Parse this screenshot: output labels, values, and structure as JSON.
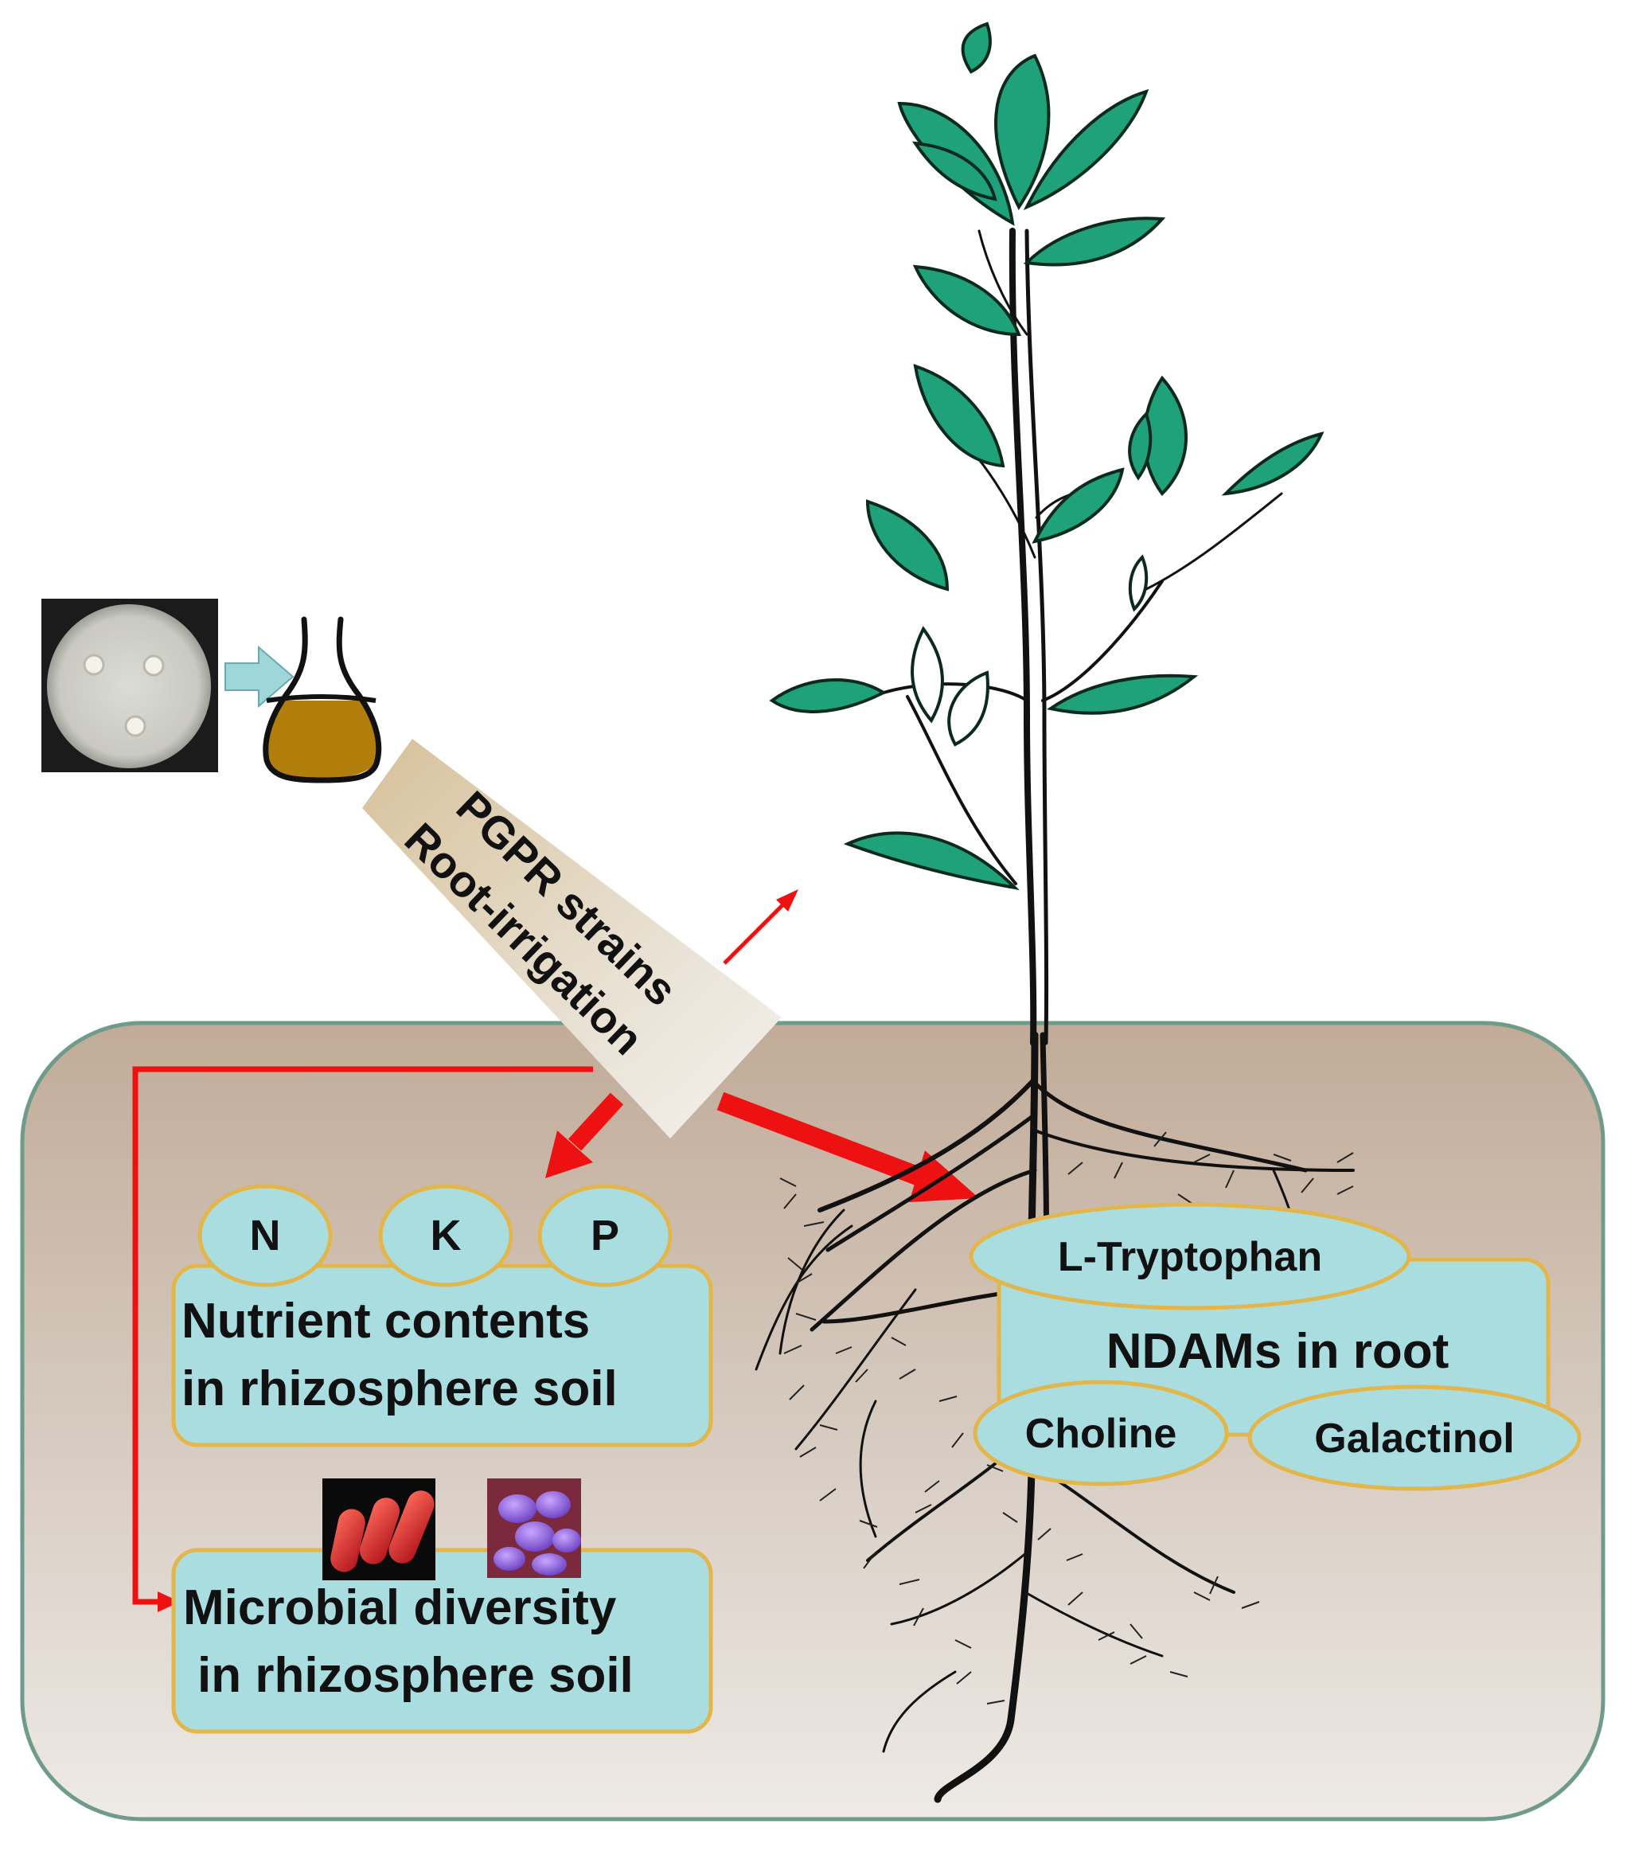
{
  "wedge": {
    "line1": "PGPR strains",
    "line2": "Root-irrigation"
  },
  "nutrients": {
    "n": "N",
    "k": "K",
    "p": "P",
    "line1": "Nutrient contents",
    "line2": "in rhizosphere soil"
  },
  "microbial": {
    "line1": "Microbial diversity",
    "line2": "in rhizosphere soil"
  },
  "ndams": {
    "title": "NDAMs in root",
    "tryptophan": "L-Tryptophan",
    "choline": "Choline",
    "galactinol": "Galactinol"
  },
  "colors": {
    "soil_top": "#c2ad9b",
    "soil_bottom": "#ece8e4",
    "soil_border": "#6f9b8a",
    "box_fill": "#a9dde0",
    "box_border": "#e2b64a",
    "arrow_red": "#ee1111",
    "leaf_green": "#1fa27a",
    "culture_brown": "#b17d0b",
    "flow_arrow": "#9ed6da"
  }
}
